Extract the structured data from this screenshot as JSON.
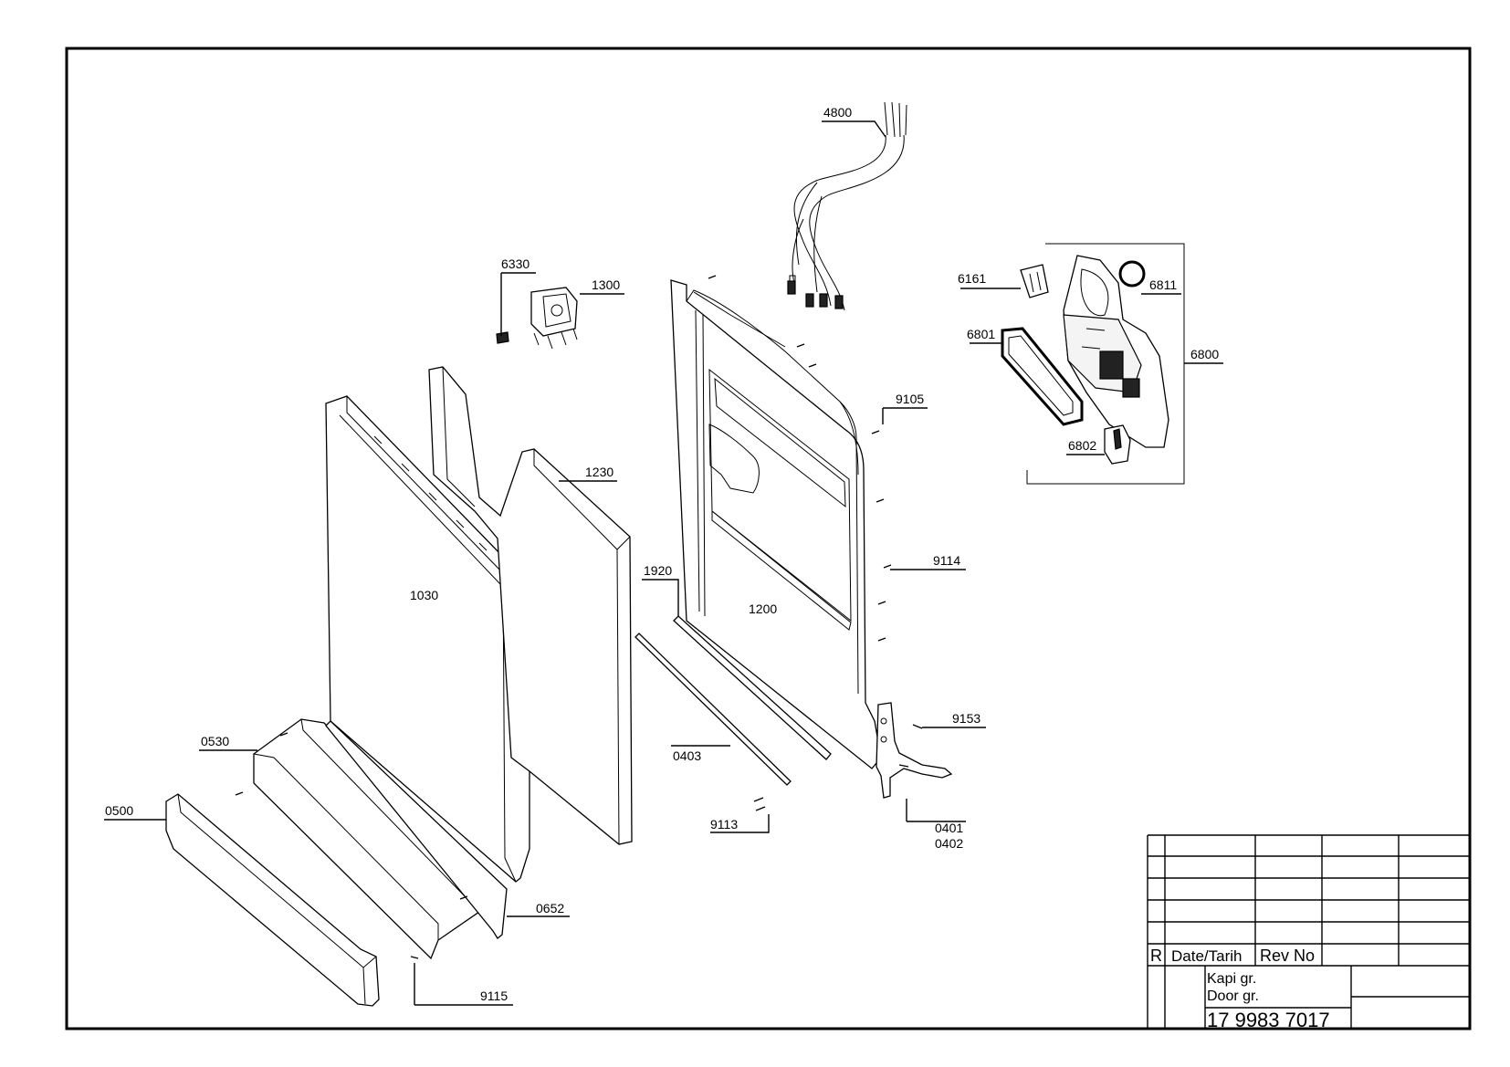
{
  "drawing": {
    "title_block": {
      "r_label": "R",
      "date_label": "Date/Tarih",
      "rev_label": "Rev No",
      "name_tr": "Kapi gr.",
      "name_en": "Door gr.",
      "part_number": "17 9983 7017"
    },
    "labels": {
      "l4800": "4800",
      "l6330": "6330",
      "l1300": "1300",
      "l6161": "6161",
      "l6811": "6811",
      "l6801": "6801",
      "l6800": "6800",
      "l6802": "6802",
      "l9105": "9105",
      "l1230": "1230",
      "l1030": "1030",
      "l1920": "1920",
      "l1200": "1200",
      "l9114": "9114",
      "l9153": "9153",
      "l0530": "0530",
      "l0403": "0403",
      "l0500": "0500",
      "l9113": "9113",
      "l0401": "0401",
      "l0402": "0402",
      "l0652": "0652",
      "l9115": "9115"
    }
  }
}
